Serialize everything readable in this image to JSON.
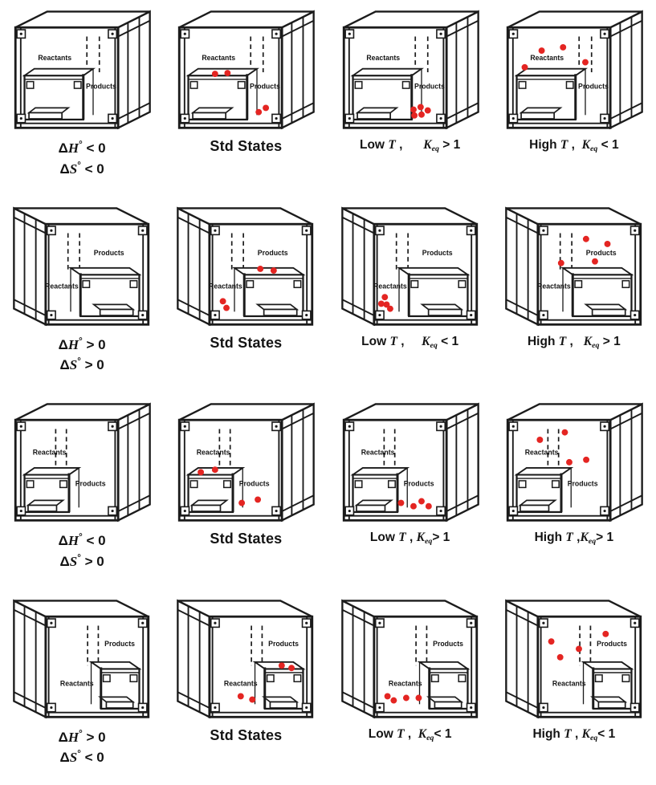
{
  "figure": {
    "colors": {
      "ink": "#1b1b1b",
      "dot": "#e42522",
      "background": "#ffffff"
    },
    "rows": [
      {
        "variant": "A",
        "labels": [
          {
            "text": "Reactants",
            "x": 0.34,
            "y": 0.26
          },
          {
            "text": "Products",
            "x": 0.86,
            "y": 0.6
          }
        ],
        "cells": [
          {
            "name": "enthalpy-entropy-negative",
            "caption": [
              [
                {
                  "t": "Δ"
                },
                {
                  "t": "H",
                  "i": 1
                },
                {
                  "t": "°",
                  "sup": 1
                },
                {
                  "t": " < 0"
                }
              ],
              [
                {
                  "t": "Δ"
                },
                {
                  "t": "S",
                  "i": 1
                },
                {
                  "t": "°",
                  "sup": 1
                },
                {
                  "t": " < 0"
                }
              ]
            ],
            "dots": []
          },
          {
            "name": "std-states",
            "caption": [
              [
                {
                  "t": "Std States"
                }
              ]
            ],
            "dots": [
              [
                0.3,
                0.45
              ],
              [
                0.44,
                0.44
              ],
              [
                0.79,
                0.91
              ],
              [
                0.87,
                0.86
              ]
            ]
          },
          {
            "name": "low-t-keq-gt-1",
            "caption": [
              [
                {
                  "t": "Low "
                },
                {
                  "t": "T",
                  "i": 1
                },
                {
                  "t": " ,      "
                },
                {
                  "t": "K",
                  "i": 1
                },
                {
                  "t": "eq",
                  "i": 1,
                  "sub": 1
                },
                {
                  "t": " > 1"
                }
              ]
            ],
            "dots": [
              [
                0.68,
                0.88
              ],
              [
                0.76,
                0.85
              ],
              [
                0.69,
                0.95
              ],
              [
                0.77,
                0.94
              ],
              [
                0.84,
                0.89
              ]
            ]
          },
          {
            "name": "high-t-keq-lt-1",
            "caption": [
              [
                {
                  "t": "High "
                },
                {
                  "t": "T",
                  "i": 1
                },
                {
                  "t": " ,  "
                },
                {
                  "t": "K",
                  "i": 1
                },
                {
                  "t": "eq",
                  "i": 1,
                  "sub": 1
                },
                {
                  "t": " < 1"
                }
              ]
            ],
            "dots": [
              [
                0.09,
                0.37
              ],
              [
                0.28,
                0.17
              ],
              [
                0.52,
                0.13
              ],
              [
                0.77,
                0.31
              ]
            ]
          }
        ]
      },
      {
        "variant": "B",
        "labels": [
          {
            "text": "Reactants",
            "x": 0.13,
            "y": 0.64
          },
          {
            "text": "Products",
            "x": 0.66,
            "y": 0.24
          }
        ],
        "cells": [
          {
            "name": "enthalpy-entropy-positive",
            "caption": [
              [
                {
                  "t": "Δ"
                },
                {
                  "t": "H",
                  "i": 1
                },
                {
                  "t": "°",
                  "sup": 1
                },
                {
                  "t": " > 0"
                }
              ],
              [
                {
                  "t": "Δ"
                },
                {
                  "t": "S",
                  "i": 1
                },
                {
                  "t": "°",
                  "sup": 1
                },
                {
                  "t": " > 0"
                }
              ]
            ],
            "dots": []
          },
          {
            "name": "std-states",
            "caption": [
              [
                {
                  "t": "Std States"
                }
              ]
            ],
            "dots": [
              [
                0.52,
                0.43
              ],
              [
                0.67,
                0.45
              ],
              [
                0.1,
                0.82
              ],
              [
                0.14,
                0.9
              ]
            ]
          },
          {
            "name": "low-t-keq-lt-1",
            "caption": [
              [
                {
                  "t": "Low "
                },
                {
                  "t": "T",
                  "i": 1
                },
                {
                  "t": " ,     "
                },
                {
                  "t": "K",
                  "i": 1
                },
                {
                  "t": "eq",
                  "i": 1,
                  "sub": 1
                },
                {
                  "t": " < 1"
                }
              ]
            ],
            "dots": [
              [
                0.07,
                0.77
              ],
              [
                0.03,
                0.85
              ],
              [
                0.09,
                0.86
              ],
              [
                0.13,
                0.91
              ]
            ]
          },
          {
            "name": "high-t-keq-gt-1",
            "caption": [
              [
                {
                  "t": "High "
                },
                {
                  "t": "T",
                  "i": 1
                },
                {
                  "t": " ,   "
                },
                {
                  "t": "K",
                  "i": 1
                },
                {
                  "t": "eq",
                  "i": 1,
                  "sub": 1
                },
                {
                  "t": " > 1"
                }
              ]
            ],
            "dots": [
              [
                0.49,
                0.07
              ],
              [
                0.73,
                0.13
              ],
              [
                0.21,
                0.36
              ],
              [
                0.59,
                0.34
              ]
            ]
          }
        ]
      },
      {
        "variant": "C",
        "labels": [
          {
            "text": "Reactants",
            "x": 0.28,
            "y": 0.28
          },
          {
            "text": "Products",
            "x": 0.74,
            "y": 0.66
          }
        ],
        "cells": [
          {
            "name": "enthalpy-neg-entropy-pos",
            "caption": [
              [
                {
                  "t": "Δ"
                },
                {
                  "t": "H",
                  "i": 1
                },
                {
                  "t": "°",
                  "sup": 1
                },
                {
                  "t": " < 0"
                }
              ],
              [
                {
                  "t": "Δ"
                },
                {
                  "t": "S",
                  "i": 1
                },
                {
                  "t": "°",
                  "sup": 1
                },
                {
                  "t": " > 0"
                }
              ]
            ],
            "dots": []
          },
          {
            "name": "std-states",
            "caption": [
              [
                {
                  "t": "Std States"
                }
              ]
            ],
            "dots": [
              [
                0.14,
                0.52
              ],
              [
                0.3,
                0.49
              ],
              [
                0.6,
                0.89
              ],
              [
                0.78,
                0.85
              ]
            ]
          },
          {
            "name": "low-t-keq-gt-1",
            "caption": [
              [
                {
                  "t": "Low "
                },
                {
                  "t": "T",
                  "i": 1
                },
                {
                  "t": " , "
                },
                {
                  "t": "K",
                  "i": 1
                },
                {
                  "t": "eq",
                  "i": 1,
                  "sub": 1
                },
                {
                  "t": "> 1"
                }
              ]
            ],
            "dots": [
              [
                0.54,
                0.89
              ],
              [
                0.68,
                0.93
              ],
              [
                0.77,
                0.87
              ],
              [
                0.85,
                0.93
              ]
            ]
          },
          {
            "name": "high-t-keq-gt-1",
            "caption": [
              [
                {
                  "t": "High "
                },
                {
                  "t": "T",
                  "i": 1
                },
                {
                  "t": " ,"
                },
                {
                  "t": "K",
                  "i": 1
                },
                {
                  "t": "eq",
                  "i": 1,
                  "sub": 1
                },
                {
                  "t": "> 1"
                }
              ]
            ],
            "dots": [
              [
                0.26,
                0.13
              ],
              [
                0.54,
                0.04
              ],
              [
                0.59,
                0.4
              ],
              [
                0.78,
                0.37
              ]
            ]
          }
        ]
      },
      {
        "variant": "D",
        "labels": [
          {
            "text": "Reactants",
            "x": 0.3,
            "y": 0.7
          },
          {
            "text": "Products",
            "x": 0.78,
            "y": 0.22
          }
        ],
        "cells": [
          {
            "name": "enthalpy-pos-entropy-neg",
            "caption": [
              [
                {
                  "t": "Δ"
                },
                {
                  "t": "H",
                  "i": 1
                },
                {
                  "t": "°",
                  "sup": 1
                },
                {
                  "t": " > 0"
                }
              ],
              [
                {
                  "t": "Δ"
                },
                {
                  "t": "S",
                  "i": 1
                },
                {
                  "t": "°",
                  "sup": 1
                },
                {
                  "t": " < 0"
                }
              ]
            ],
            "dots": []
          },
          {
            "name": "std-states",
            "caption": [
              [
                {
                  "t": "Std States"
                }
              ]
            ],
            "dots": [
              [
                0.76,
                0.48
              ],
              [
                0.87,
                0.51
              ],
              [
                0.3,
                0.85
              ],
              [
                0.43,
                0.89
              ]
            ]
          },
          {
            "name": "low-t-keq-lt-1",
            "caption": [
              [
                {
                  "t": "Low "
                },
                {
                  "t": "T",
                  "i": 1
                },
                {
                  "t": " ,  "
                },
                {
                  "t": "K",
                  "i": 1
                },
                {
                  "t": "eq",
                  "i": 1,
                  "sub": 1
                },
                {
                  "t": "< 1"
                }
              ]
            ],
            "dots": [
              [
                0.1,
                0.85
              ],
              [
                0.17,
                0.9
              ],
              [
                0.31,
                0.87
              ],
              [
                0.45,
                0.87
              ]
            ]
          },
          {
            "name": "high-t-keq-lt-1",
            "caption": [
              [
                {
                  "t": "High "
                },
                {
                  "t": "T",
                  "i": 1
                },
                {
                  "t": " , "
                },
                {
                  "t": "K",
                  "i": 1
                },
                {
                  "t": "eq",
                  "i": 1,
                  "sub": 1
                },
                {
                  "t": "< 1"
                }
              ]
            ],
            "dots": [
              [
                0.1,
                0.19
              ],
              [
                0.2,
                0.38
              ],
              [
                0.41,
                0.28
              ],
              [
                0.71,
                0.1
              ]
            ]
          }
        ]
      }
    ]
  }
}
